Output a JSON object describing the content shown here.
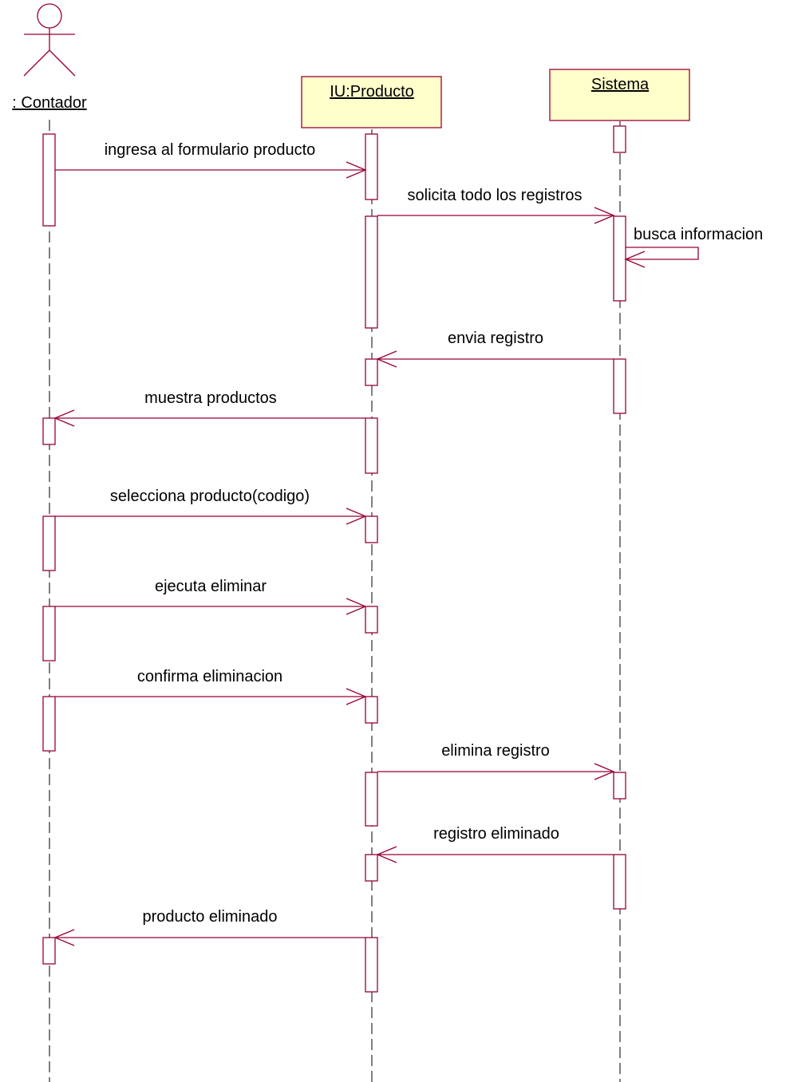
{
  "lifelines": [
    {
      "id": "contador",
      "name": ": Contador",
      "kind": "actor"
    },
    {
      "id": "iu",
      "name": "IU:Producto",
      "kind": "object"
    },
    {
      "id": "sistema",
      "name": "Sistema",
      "kind": "object"
    }
  ],
  "messages": [
    {
      "label": "ingresa al formulario producto",
      "from": "contador",
      "to": "iu"
    },
    {
      "label": "solicita todo los registros",
      "from": "iu",
      "to": "sistema"
    },
    {
      "label": "busca informacion",
      "from": "sistema",
      "to": "sistema"
    },
    {
      "label": "envia registro",
      "from": "sistema",
      "to": "iu"
    },
    {
      "label": "muestra productos",
      "from": "iu",
      "to": "contador"
    },
    {
      "label": "selecciona producto(codigo)",
      "from": "contador",
      "to": "iu"
    },
    {
      "label": "ejecuta eliminar",
      "from": "contador",
      "to": "iu"
    },
    {
      "label": "confirma eliminacion",
      "from": "contador",
      "to": "iu"
    },
    {
      "label": "elimina registro",
      "from": "iu",
      "to": "sistema"
    },
    {
      "label": "registro eliminado",
      "from": "sistema",
      "to": "iu"
    },
    {
      "label": "producto eliminado",
      "from": "iu",
      "to": "contador"
    }
  ],
  "colors": {
    "line": "#990033",
    "object_fill": "#ffffcc",
    "dashed": "#000000"
  }
}
